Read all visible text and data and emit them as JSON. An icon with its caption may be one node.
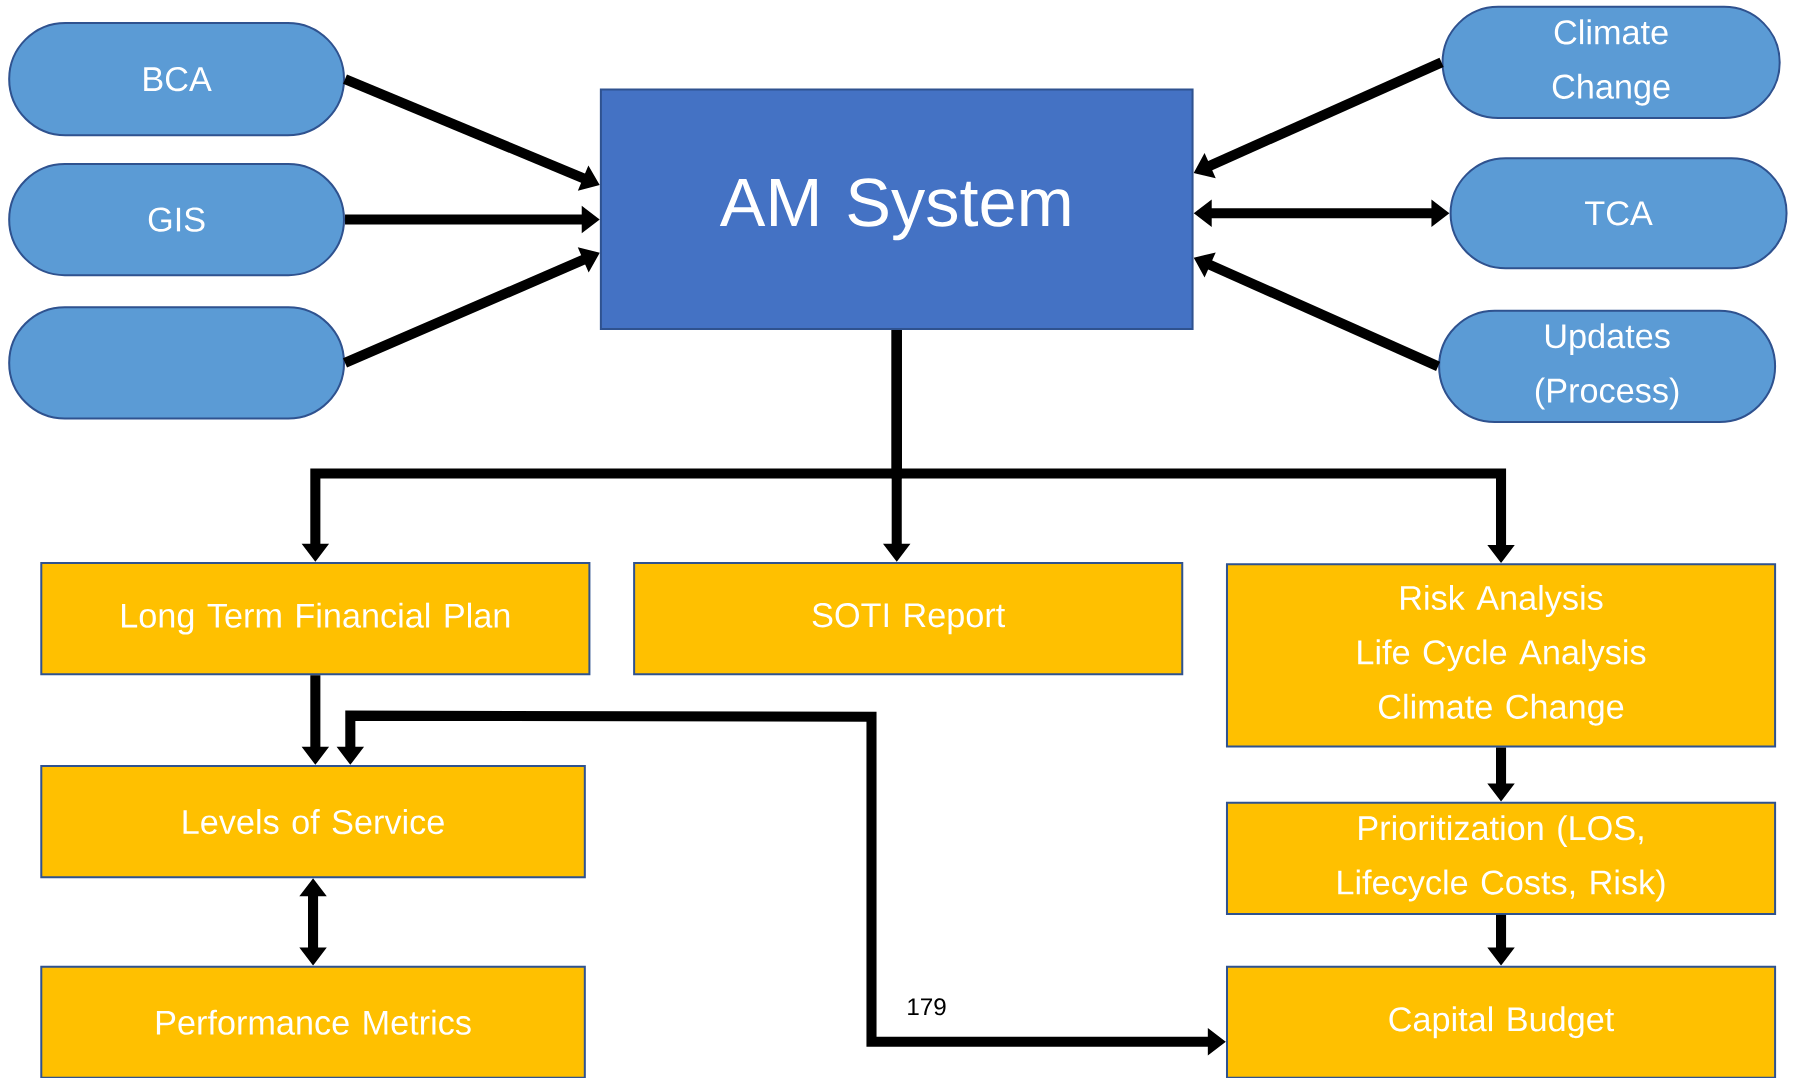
{
  "diagram": {
    "nodes": [
      {
        "text": [
          "BCA"
        ]
      },
      {
        "text": [
          "GIS"
        ]
      },
      {
        "text": [],
        "shape": "box"
      },
      {
        "text": [
          "AM System"
        ]
      },
      {
        "text": [
          "Climate Change"
        ]
      },
      {
        "text": [
          "TCA"
        ]
      },
      {
        "text": [
          "Updates (Process)"
        ]
      },
      {
        "text": [
          "Long Term Financial Plan"
        ]
      },
      {
        "text": [
          "SOTI Report"
        ]
      },
      {
        "text": [
          "Risk Analysis",
          "Life Cycle Analysis",
          "Climate Change"
        ]
      },
      {
        "text": [
          "Levels of Service"
        ]
      },
      {
        "text": [
          "Performance Metrics"
        ]
      },
      {
        "text": [
          "Prioritization (LOS, Lifecycle Costs, Risk)"
        ]
      },
      {
        "text": [
          "Capital Budget"
        ]
      }
    ],
    "edges": [
      {
        "from": 0,
        "to": 3,
        "arrow": "to"
      },
      {
        "from": 1,
        "to": 3,
        "arrow": "to"
      },
      {
        "from": 2,
        "to": 3,
        "arrow": "to"
      },
      {
        "from": 4,
        "to": 3,
        "arrow": "to"
      },
      {
        "from": 3,
        "to": 5,
        "arrow": "both"
      },
      {
        "from": 6,
        "to": 3,
        "arrow": "to"
      },
      {
        "from": 3,
        "to": 7,
        "arrow": "to"
      },
      {
        "from": 3,
        "to": 8,
        "arrow": "to"
      },
      {
        "from": 3,
        "to": 9,
        "arrow": "to"
      },
      {
        "from": 7,
        "to": 10,
        "arrow": "to"
      },
      {
        "from": 10,
        "to": 11,
        "arrow": "both"
      },
      {
        "from": 10,
        "to": 13,
        "arrow": "both"
      },
      {
        "from": 9,
        "to": 12,
        "arrow": "to"
      },
      {
        "from": 12,
        "to": 13,
        "arrow": "to"
      }
    ],
    "labels": [
      "179"
    ]
  }
}
